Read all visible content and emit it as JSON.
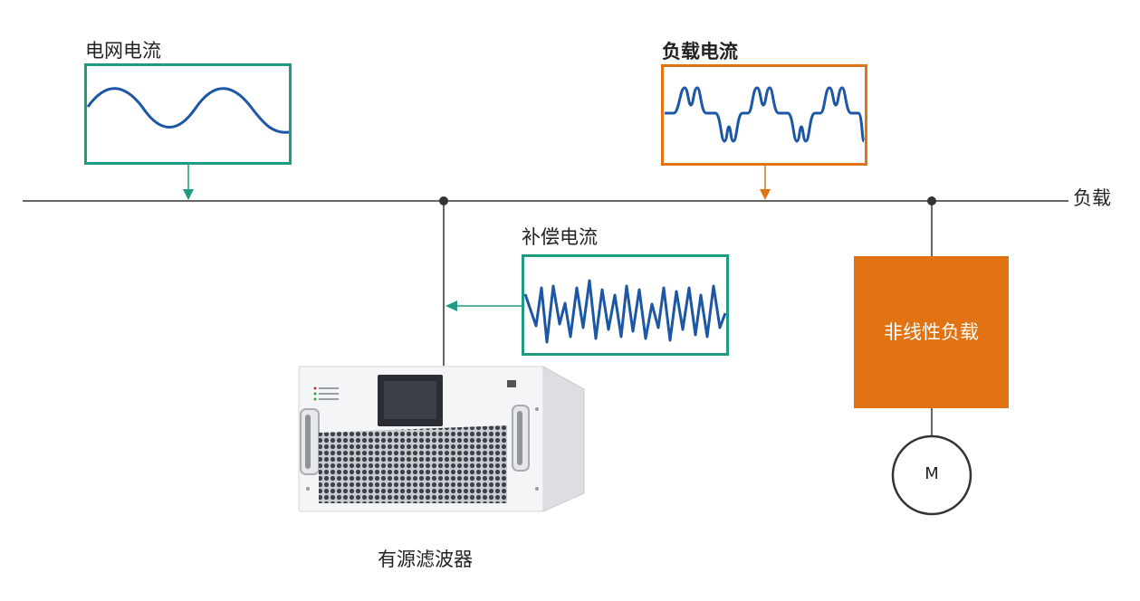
{
  "labels": {
    "grid_current": "电网电流",
    "load_current": "负载电流",
    "compensation_current": "补偿电流",
    "load": "负载",
    "nonlinear_load": "非线性负载",
    "motor": "M",
    "active_filter": "有源滤波器"
  },
  "colors": {
    "teal": "#1f9a83",
    "orange": "#e27315",
    "wave_blue": "#1c57a5",
    "line": "#333333"
  },
  "icons": [
    "arrow-down-icon",
    "arrow-left-icon",
    "motor-icon",
    "apf-cabinet-icon"
  ]
}
